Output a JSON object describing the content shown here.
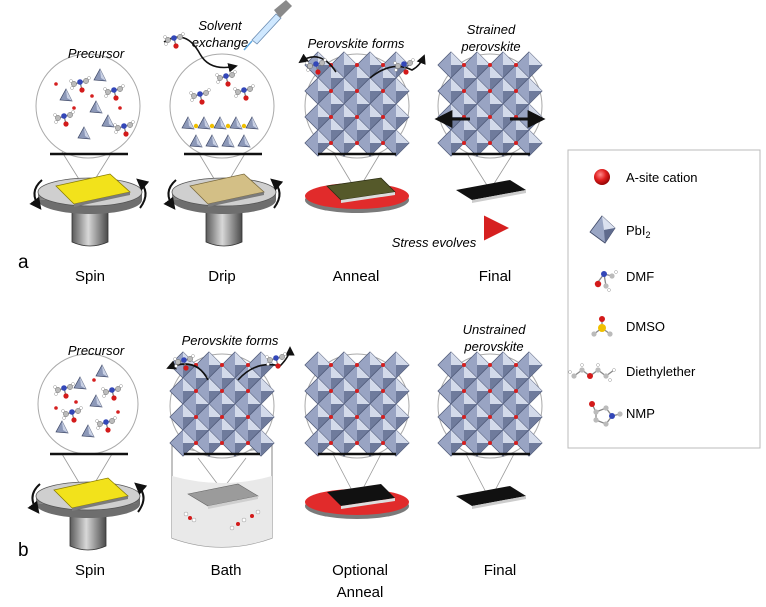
{
  "panel_a": {
    "letter": "a",
    "bubbles": {
      "precursor": "Precursor",
      "solvent_exchange_1": "Solvent",
      "solvent_exchange_2": "exchange",
      "perovskite_forms": "Perovskite forms",
      "strained_1": "Strained",
      "strained_2": "perovskite"
    },
    "stress_evolves": "Stress evolves",
    "steps": [
      "Spin",
      "Drip",
      "Anneal",
      "Final"
    ]
  },
  "panel_b": {
    "letter": "b",
    "bubbles": {
      "precursor": "Precursor",
      "perovskite_forms": "Perovskite forms",
      "unstrained_1": "Unstrained",
      "unstrained_2": "perovskite"
    },
    "steps": [
      "Spin",
      "Bath",
      "Optional",
      "Anneal",
      "Final"
    ]
  },
  "legend": {
    "items": [
      {
        "label": "A-site cation",
        "icon": "red-sphere-icon"
      },
      {
        "label": "PbI",
        "sub": "2",
        "icon": "octahedron-icon"
      },
      {
        "label": "DMF",
        "icon": "dmf-molecule-icon"
      },
      {
        "label": "DMSO",
        "icon": "dmso-molecule-icon"
      },
      {
        "label": "Diethylether",
        "icon": "diethylether-molecule-icon"
      },
      {
        "label": "NMP",
        "icon": "nmp-molecule-icon"
      }
    ]
  },
  "colors": {
    "octahedron": "#9aa6c4",
    "octahedron_dark": "#4e5a7a",
    "cation": "#d51f1f",
    "precursor_film": "#f2e21b",
    "drip_film": "#d3bf86",
    "anneal_film": "#55592a",
    "hotplate": "#e12b2b",
    "stress_arrow": "#d62020"
  }
}
